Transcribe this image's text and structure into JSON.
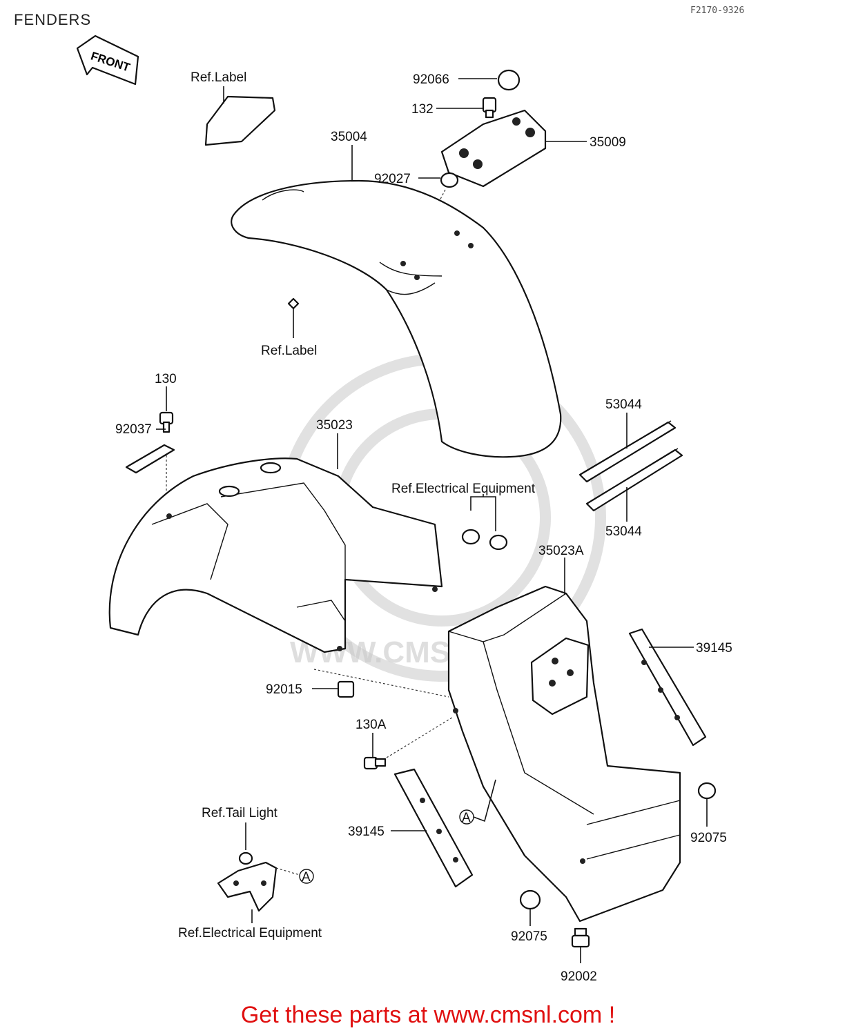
{
  "header": {
    "title": "FENDERS",
    "code": "F2170-9326"
  },
  "front_arrow": "FRONT",
  "parts": {
    "p92066": "92066",
    "p132": "132",
    "p35009": "35009",
    "p35004": "35004",
    "p92027": "92027",
    "p130": "130",
    "p92037": "92037",
    "p35023": "35023",
    "p53044_top": "53044",
    "p53044_bottom": "53044",
    "p35023A": "35023A",
    "p39145_right": "39145",
    "p92015": "92015",
    "p130A": "130A",
    "p39145_left": "39145",
    "p92075_right": "92075",
    "p92075_bottom": "92075",
    "p92002": "92002"
  },
  "refs": {
    "label_top": "Ref.Label",
    "label_mid": "Ref.Label",
    "electrical_top": "Ref.Electrical Equipment",
    "tail_light": "Ref.Tail Light",
    "electrical_bottom": "Ref.Electrical Equipment"
  },
  "markers": {
    "a1": "A",
    "a2": "A"
  },
  "watermark": "WWW.CMSNL.COM",
  "footer": {
    "text": "Get these parts at www.cmsnl.com !"
  }
}
